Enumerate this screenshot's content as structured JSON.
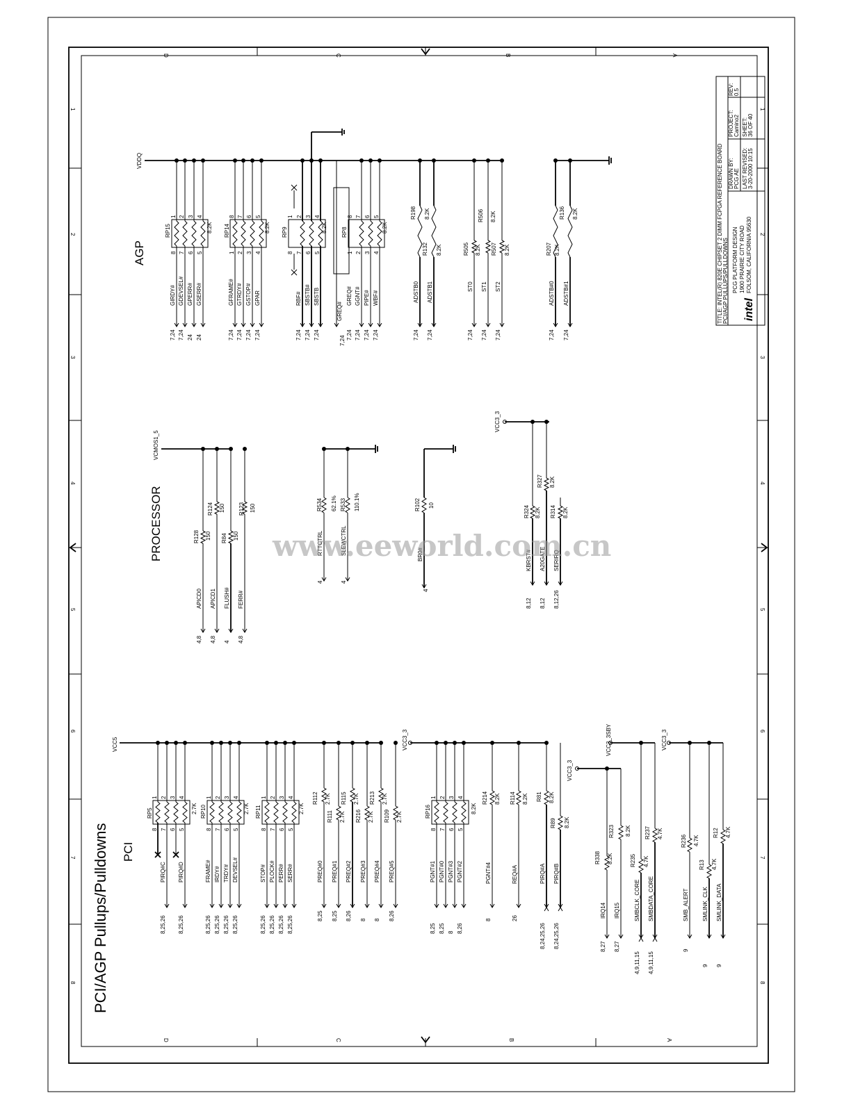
{
  "sheet": {
    "title_main": "PCI/AGP Pullups/Pulldowns",
    "zone_letters": [
      "D",
      "C",
      "B",
      "A"
    ],
    "zone_numbers": [
      "1",
      "2",
      "3",
      "4",
      "5",
      "6",
      "7",
      "8"
    ],
    "watermark": "www.eeworld.com.cn"
  },
  "titleblock": {
    "title_line1": "TITLE: INTEL(R) 820E CHIPSET 2 DIMM FCPGA REFERENCE BOARD",
    "title_line2": "PCI/AGP PULLUPS/PULLDOWNS",
    "company1": "PCG PLATFORM DESIGN",
    "company2": "1900 PRAIRIE CITY ROAD",
    "company3": "FOLSOM, CALIFORNIA 95630",
    "drawn_by_label": "DRAWN BY:",
    "drawn_by": "PCG AE",
    "last_revised_label": "LAST REVISED:",
    "last_revised": "3-20-2000 10:15",
    "project_label": "PROJECT:",
    "project": "Camino2",
    "sheet_label": "SHEET:",
    "sheet": "36 OF 40",
    "rev_label": "REV:",
    "rev": "0.5",
    "logo": "intel"
  },
  "sections": {
    "agp": "AGP",
    "processor": "PROCESSOR",
    "pci": "PCI"
  },
  "agp": {
    "rail": "VDDQ",
    "rp15": {
      "ref": "RP15",
      "val": "8.2K",
      "pins_l": [
        "8",
        "7",
        "6",
        "5"
      ],
      "pins_r": [
        "1",
        "2",
        "3",
        "4"
      ],
      "nets": [
        "GIRDY#",
        "GDEVSEL#",
        "GPERR#",
        "GSERR#"
      ],
      "refs": [
        "7,24",
        "7,24",
        "24",
        "24"
      ]
    },
    "rp14": {
      "ref": "RP14",
      "val": "8.2K",
      "pins_l": [
        "1",
        "2",
        "3",
        "4"
      ],
      "pins_r": [
        "8",
        "7",
        "6",
        "5"
      ],
      "nets": [
        "GFRAME#",
        "GTRDY#",
        "GSTOP#",
        "GPAR"
      ],
      "refs": [
        "7,24",
        "7,24",
        "7,24",
        "7,24"
      ]
    },
    "rp9": {
      "ref": "RP9",
      "val": "8.2K",
      "pins_l": [
        "8",
        "7",
        "6",
        "5"
      ],
      "pins_r": [
        "1",
        "2",
        "3",
        "4"
      ],
      "nets": [
        "RBF#",
        "SBSTB#",
        "SBSTB"
      ],
      "refs": [
        "7,24",
        "7,24",
        "7,24"
      ]
    },
    "rp8": {
      "ref": "RP8",
      "val": "8.2K",
      "pins_l": [
        "1",
        "2",
        "3",
        "4"
      ],
      "pins_r": [
        "8",
        "7",
        "6",
        "5"
      ],
      "nets": [
        "GREQ#",
        "GGNT#",
        "PIPE#",
        "WBF#"
      ],
      "refs": [
        "7,24",
        "7,24",
        "7,24",
        "7,24"
      ]
    },
    "r198": {
      "ref": "R198",
      "val": "8.2K"
    },
    "r132": {
      "ref": "R132",
      "val": "8.2K"
    },
    "adstb": {
      "nets": [
        "ADSTB0",
        "ADSTB1"
      ],
      "refs": [
        "7,24",
        "7,24"
      ]
    },
    "r505": {
      "ref": "R505",
      "val": "8.2K"
    },
    "r506": {
      "ref": "R506",
      "val": "8.2K"
    },
    "r507": {
      "ref": "R507",
      "val": "8.2K"
    },
    "st": {
      "nets": [
        "ST0",
        "ST1",
        "ST2"
      ],
      "refs": [
        "7,24",
        "7,24",
        "7,24"
      ]
    },
    "r207": {
      "ref": "R207",
      "val": "8.2K"
    },
    "r136": {
      "ref": "R136",
      "val": "8.2K"
    },
    "adstbn": {
      "nets": [
        "ADSTB#0",
        "ADSTB#1"
      ],
      "refs": [
        "7,24",
        "7,24"
      ]
    }
  },
  "processor": {
    "rail1": "VCMOS1_5",
    "rail2": "VCC3_3",
    "r128": {
      "ref": "R128",
      "val": "150"
    },
    "r124": {
      "ref": "R124",
      "val": "150"
    },
    "r84": {
      "ref": "R84",
      "val": "150"
    },
    "r123": {
      "ref": "R123",
      "val": "150"
    },
    "apic": {
      "nets": [
        "APICD0",
        "APICD1",
        "FLUSH#",
        "FERR#"
      ],
      "refs": [
        "4,8",
        "4,8",
        "4",
        "4,8"
      ]
    },
    "r534": {
      "ref": "R534",
      "val": "62.1%"
    },
    "r533": {
      "ref": "R533",
      "val": "110.1%"
    },
    "ctrl": {
      "nets": [
        "RTTCTRL",
        "SLEWCTRL"
      ],
      "refs": [
        "4",
        "4"
      ]
    },
    "r102": {
      "ref": "R102",
      "val": "10"
    },
    "bro": {
      "net": "BR0#",
      "ref": "4"
    },
    "r324": {
      "ref": "R324",
      "val": "8.2K"
    },
    "r327": {
      "ref": "R327",
      "val": "8.2K"
    },
    "r314": {
      "ref": "R314",
      "val": "8.2K"
    },
    "kb": {
      "nets": [
        "KBRST#",
        "A20GATE",
        "SERIRQ"
      ],
      "refs": [
        "8,12",
        "8,12",
        "8,12,26"
      ]
    }
  },
  "pci": {
    "rail1": "VCC5",
    "rail2": "VCC3_3",
    "rail3": "VCC3_3",
    "rail4": "VCC3_3SBY",
    "rail5": "VCC3_3",
    "rp5": {
      "ref": "RP5",
      "val": "2.7K",
      "pins_l": [
        "8",
        "7",
        "6",
        "5"
      ],
      "pins_r": [
        "1",
        "2",
        "3",
        "4"
      ],
      "nets": [
        "PIRQ#C",
        "PIRQ#D"
      ],
      "refs": [
        "8,25,26",
        "8,25,26"
      ]
    },
    "rp10": {
      "ref": "RP10",
      "val": "2.7K",
      "pins_l": [
        "8",
        "7",
        "6",
        "5"
      ],
      "pins_r": [
        "1",
        "2",
        "3",
        "4"
      ],
      "nets": [
        "FRAME#",
        "IRDY#",
        "TRDY#",
        "DEVSEL#"
      ],
      "refs": [
        "8,25,26",
        "8,25,26",
        "8,25,26",
        "8,25,26"
      ]
    },
    "rp11": {
      "ref": "RP11",
      "val": "2.7K",
      "pins_l": [
        "8",
        "7",
        "6",
        "5"
      ],
      "pins_r": [
        "1",
        "2",
        "3",
        "4"
      ],
      "nets": [
        "STOP#",
        "PLOCK#",
        "PERR#",
        "SERR#"
      ],
      "refs": [
        "8,25,26",
        "8,25,26",
        "8,25,26",
        "8,25,26"
      ]
    },
    "preq_res": [
      {
        "ref": "R112",
        "val": "2.7K"
      },
      {
        "ref": "R111",
        "val": "2.7K"
      },
      {
        "ref": "R115",
        "val": "2.7K"
      },
      {
        "ref": "R216",
        "val": "2.7K"
      },
      {
        "ref": "R213",
        "val": "2.7K"
      },
      {
        "ref": "R109",
        "val": "2.7K"
      }
    ],
    "preq": {
      "nets": [
        "PREQ#0",
        "PREQ#1",
        "PREQ#2",
        "PREQ#3",
        "PREQ#4",
        "PREQ#5"
      ],
      "refs": [
        "8,25",
        "8,25",
        "8,26",
        "8",
        "8",
        "8,26"
      ]
    },
    "rp16": {
      "ref": "RP16",
      "val": "8.2K",
      "pins_l": [
        "8",
        "7",
        "6",
        "5"
      ],
      "pins_r": [
        "1",
        "2",
        "3",
        "4"
      ],
      "nets": [
        "PGNT#1",
        "PGNT#0",
        "PGNT#3",
        "PGNT#2"
      ],
      "refs": [
        "8,25",
        "8,25",
        "8",
        "8,26"
      ]
    },
    "r214": {
      "ref": "R214",
      "val": "8.2K"
    },
    "r114": {
      "ref": "R114",
      "val": "8.2K"
    },
    "r81": {
      "ref": "R81",
      "val": "8.2K"
    },
    "r89": {
      "ref": "R89",
      "val": "8.2K"
    },
    "misc": {
      "nets": [
        "PGNT#4",
        "REQ#A",
        "PIRQ#A",
        "PIRQ#B"
      ],
      "refs": [
        "8",
        "26",
        "8,24,25,26",
        "8,24,25,26"
      ]
    },
    "r338": {
      "ref": "R338",
      "val": "8.2K"
    },
    "r323": {
      "ref": "R323",
      "val": "8.2K"
    },
    "irq": {
      "nets": [
        "IRQ14",
        "IRQ15"
      ],
      "refs": [
        "8,27",
        "8,27"
      ]
    },
    "r235": {
      "ref": "R235",
      "val": "4.7K"
    },
    "r237": {
      "ref": "R237",
      "val": "4.7K"
    },
    "smb": {
      "nets": [
        "SMBCLK_CORE",
        "SMBDATA_CORE"
      ],
      "refs": [
        "4,9,11,15",
        "4,9,11,15"
      ]
    },
    "r236": {
      "ref": "R236",
      "val": "4.7K"
    },
    "r13": {
      "ref": "R13",
      "val": "4.7K"
    },
    "r12": {
      "ref": "R12",
      "val": "4.7K"
    },
    "smlink": {
      "nets": [
        "SMB_ALERT",
        "SMLINK_CLK",
        "SMLINK_DATA"
      ],
      "refs": [
        "9",
        "9",
        "9"
      ]
    }
  }
}
